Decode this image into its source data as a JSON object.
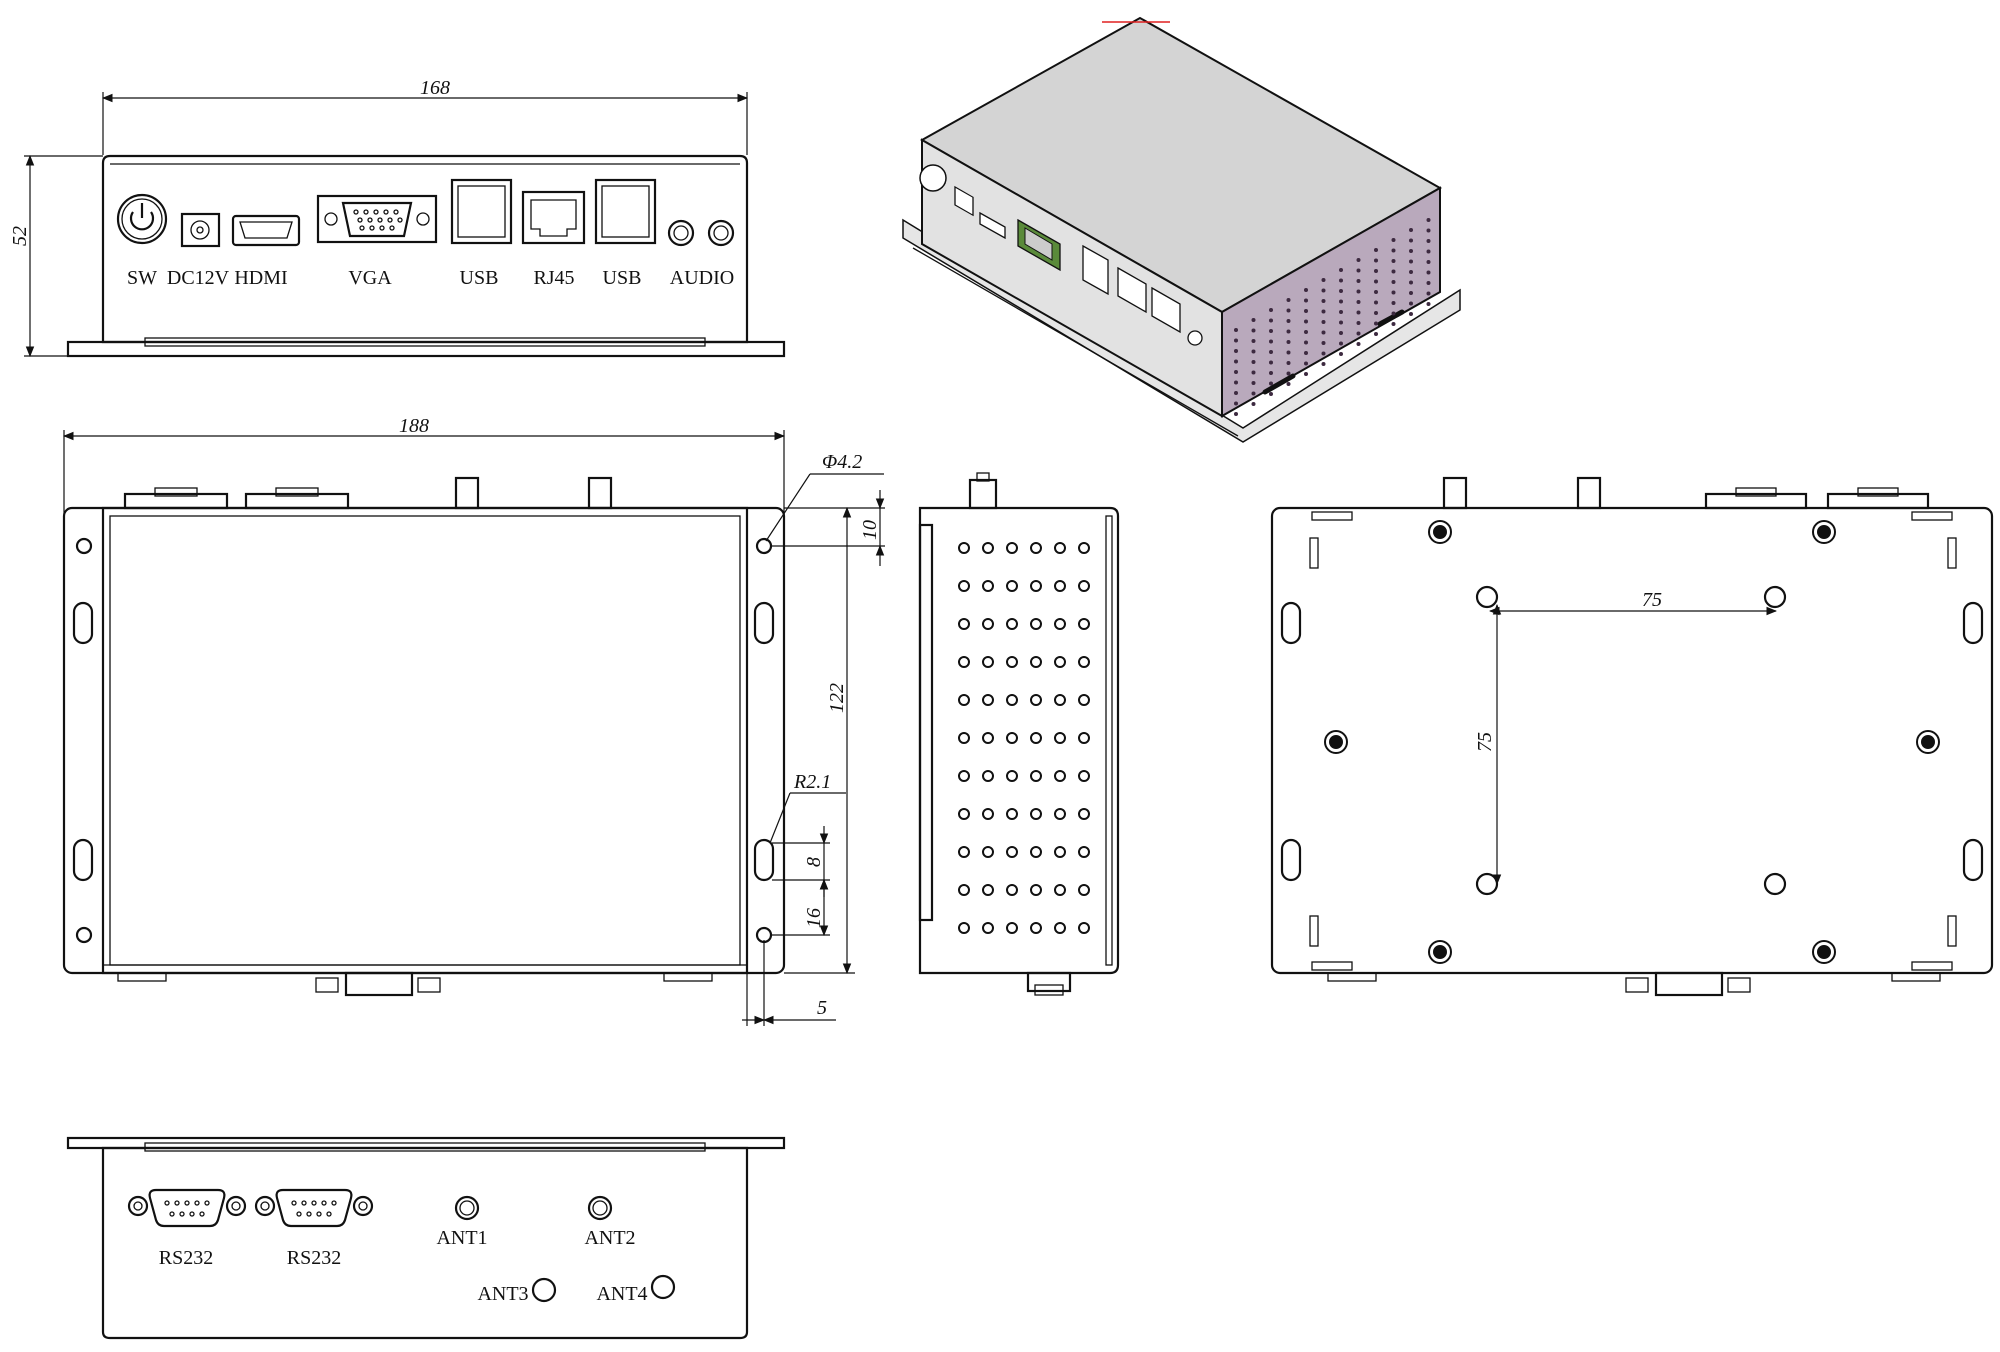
{
  "front_view": {
    "width_dim": "168",
    "height_dim": "52",
    "ports": [
      "SW",
      "DC12V",
      "HDMI",
      "VGA",
      "USB",
      "RJ45",
      "USB",
      "AUDIO"
    ]
  },
  "top_view": {
    "width_dim": "188",
    "hole_dia": "Φ4.2",
    "offset_top": "10",
    "span": "122",
    "slot_radius": "R2.1",
    "slot_len": "8",
    "slot_offset": "16",
    "edge_offset": "5"
  },
  "bottom_view": {
    "vesa_h": "75",
    "vesa_v": "75"
  },
  "rear_view": {
    "ports": [
      "RS232",
      "RS232",
      "ANT1",
      "ANT2",
      "ANT3",
      "ANT4"
    ]
  },
  "colors": {
    "line": "#111111",
    "case_fill": "#d4d4d4",
    "vent_fill": "#b9a9bc",
    "pcb_green": "#5a8a3a",
    "red_mark": "#e02020"
  }
}
